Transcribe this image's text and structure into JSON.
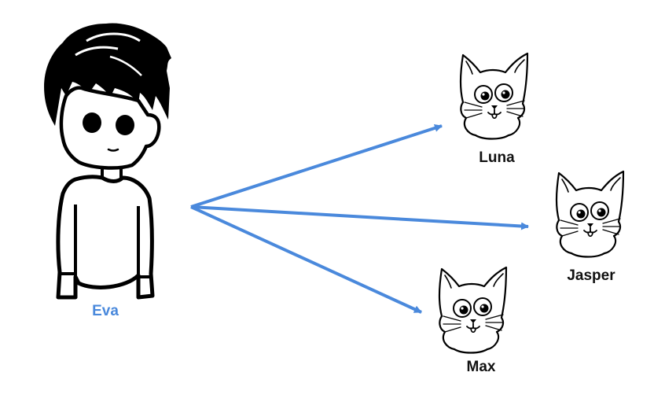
{
  "person": {
    "name": "Eva",
    "icon": "boy-drawing-icon"
  },
  "cats": [
    {
      "name": "Luna",
      "icon": "cat-face-icon"
    },
    {
      "name": "Jasper",
      "icon": "cat-face-icon"
    },
    {
      "name": "Max",
      "icon": "cat-face-icon"
    }
  ],
  "colors": {
    "arrow": "#4a89dc",
    "person_label": "#4a89dc",
    "cat_label": "#111111",
    "line": "#000000"
  }
}
